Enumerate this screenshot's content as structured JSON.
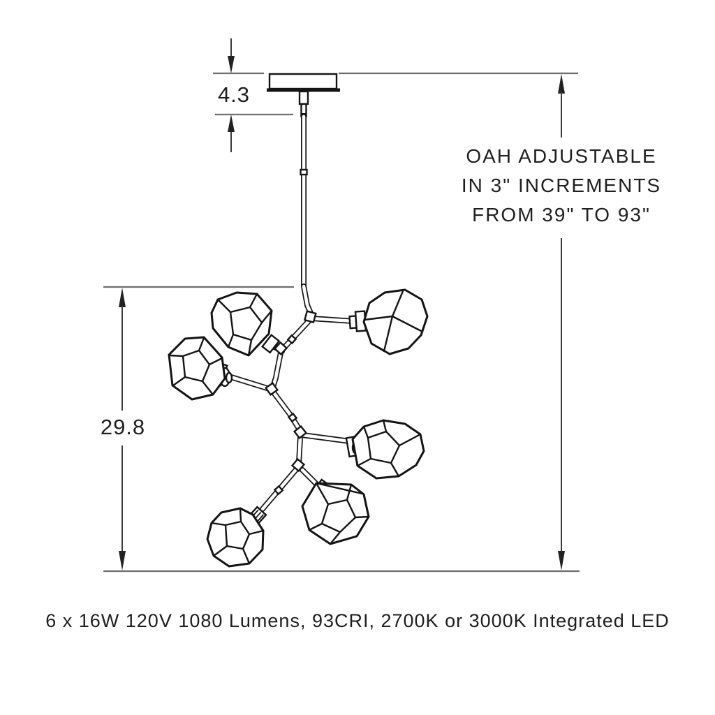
{
  "diagram": {
    "dimensions": {
      "canopy_drop": "4.3",
      "cluster_height": "29.8"
    },
    "oah_note": {
      "line1": "OAH ADJUSTABLE",
      "line2": "IN 3\" INCREMENTS",
      "line3": "FROM 39\" TO 93\""
    },
    "caption": "6 x 16W 120V 1080 Lumens, 93CRI, 2700K or 3000K Integrated LED",
    "colors": {
      "background": "#ffffff",
      "ink": "#141414",
      "dimension_line": "#3c3c3c",
      "extension_line": "#6e6e6e",
      "text": "#1f1f1f"
    }
  }
}
